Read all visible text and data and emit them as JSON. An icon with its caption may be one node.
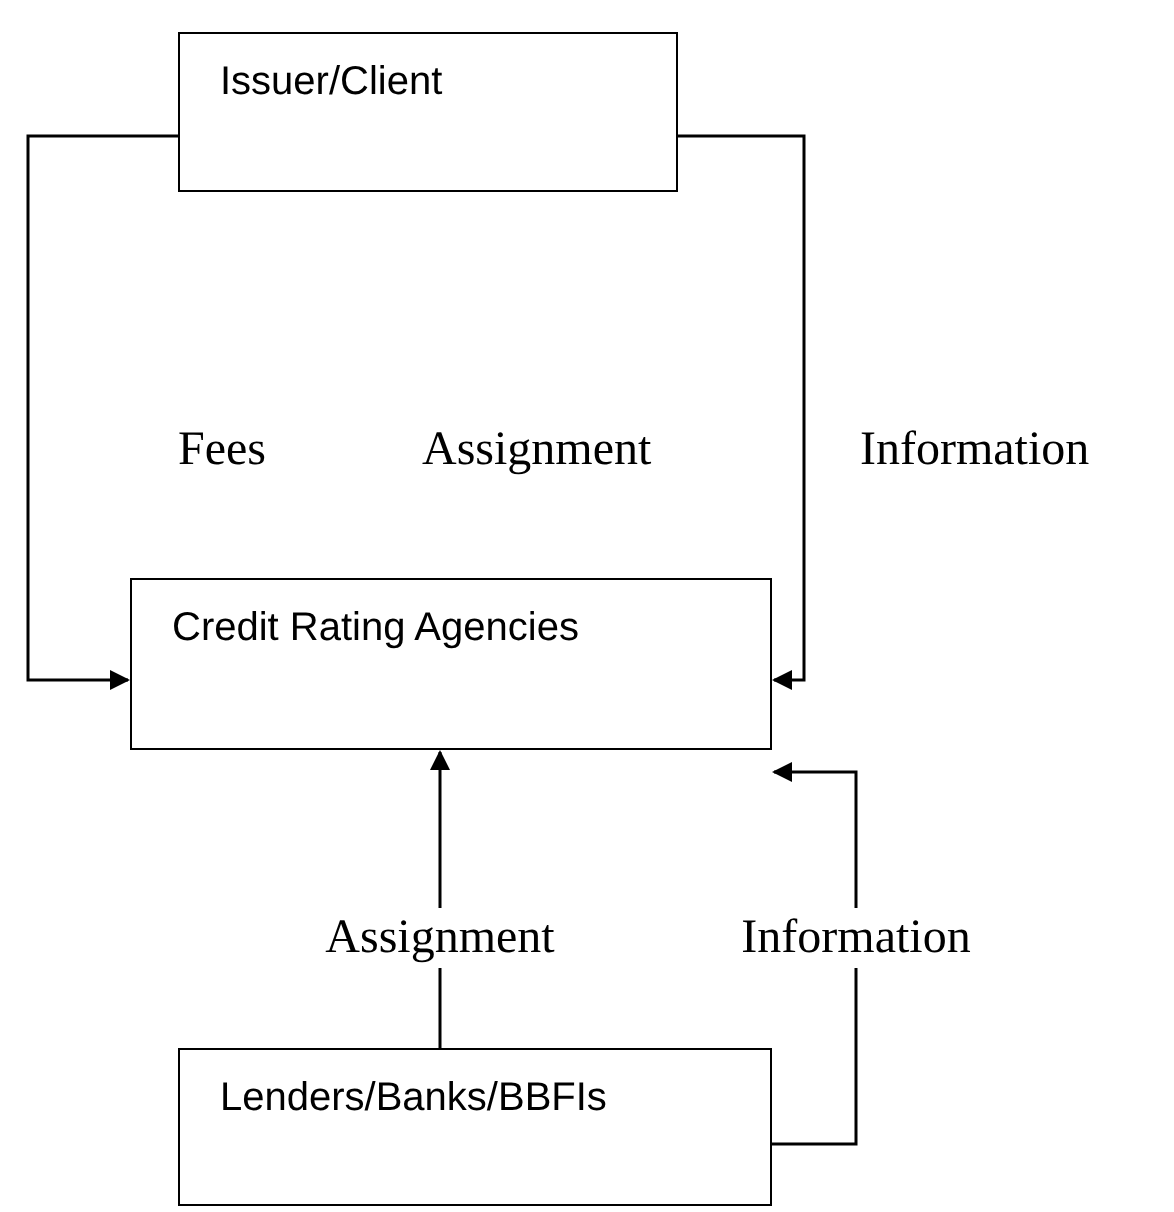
{
  "diagram": {
    "nodes": [
      {
        "text": [
          "Issuer/Client"
        ]
      },
      {
        "text": [
          "Credit Rating Agencies"
        ]
      },
      {
        "text": [
          "Lenders/Banks/BBFIs"
        ]
      }
    ],
    "edges": [
      {
        "from": 0,
        "to": 1,
        "arrow": "to",
        "label": "Fees"
      },
      {
        "from": 0,
        "to": 1,
        "arrow": "to",
        "label": "Information"
      },
      {
        "from": 2,
        "to": 1,
        "arrow": "to",
        "label": "Assignment"
      },
      {
        "from": 2,
        "to": 1,
        "arrow": "to",
        "label": "Information"
      }
    ],
    "labels": [
      "Assignment"
    ]
  }
}
